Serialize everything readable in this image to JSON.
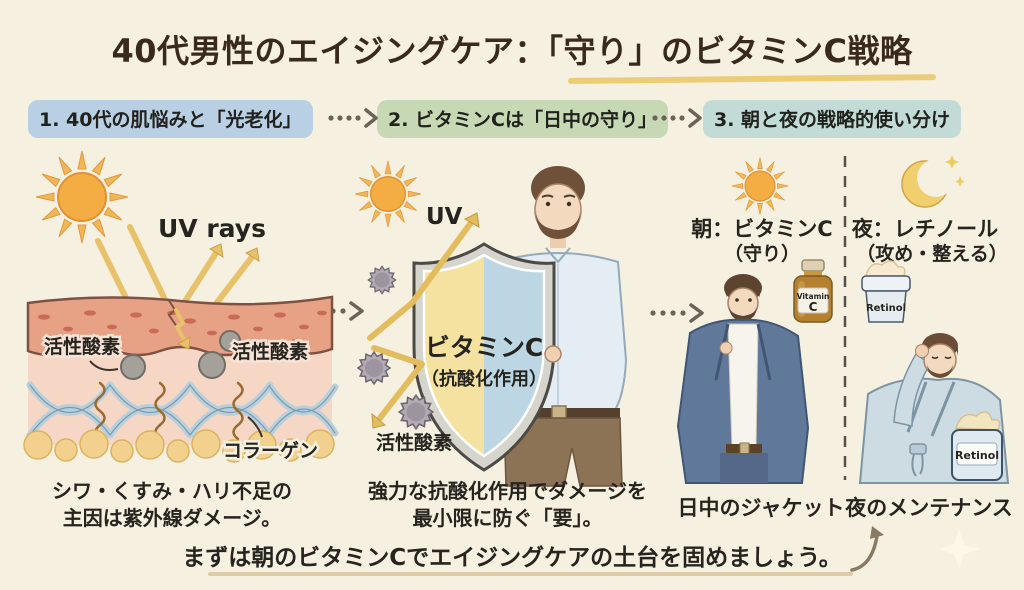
{
  "title": "40代男性のエイジングケア：「守り」のビタミンC戦略",
  "flow": {
    "step1": "1. 40代の肌悩みと「光老化」",
    "step2": "2. ビタミンCは「日中の守り」",
    "step3": "3. 朝と夜の戦略的使い分け"
  },
  "panel_photoaging": {
    "uv_rays_label": "UV rays",
    "reactive_oxygen_left": "活性酸素",
    "reactive_oxygen_right": "活性酸素",
    "collagen_label": "コラーゲン",
    "caption_line1": "シワ・くすみ・ハリ不足の",
    "caption_line2": "主因は紫外線ダメージ。"
  },
  "panel_vitaminc": {
    "uv_label": "UV",
    "shield_title": "ビタミンC",
    "shield_subtitle": "（抗酸化作用）",
    "reactive_oxygen": "活性酸素",
    "caption_line1": "強力な抗酸化作用でダメージを",
    "caption_line2": "最小限に防ぐ「要」。"
  },
  "panel_routine": {
    "morning_title": "朝：ビタミンC",
    "morning_subtitle": "（守り）",
    "vitamin_bottle_line1": "Vitamin",
    "vitamin_bottle_line2": "C",
    "morning_caption": "日中のジャケット",
    "night_title": "夜：レチノール",
    "night_subtitle": "（攻め・整える）",
    "retinol_jar_label": "Retinol",
    "retinol_jar_large_label": "Retinol",
    "night_caption": "夜のメンテナンス"
  },
  "footer": "まずは朝のビタミンCでエイジングケアの土台を固めましょう。",
  "icons": {
    "sun": "sun-drawing",
    "moon": "crescent-moon-with-stars",
    "shield": "half-yellow-half-blue-shield",
    "dotted_arrow": "····>",
    "sparkle": "four-point-star"
  },
  "colors": {
    "background": "#f6f0e0",
    "title_text": "#3a2a1d",
    "body_text": "#26241f",
    "step1_highlight": "#b9cfe3",
    "step2_highlight": "#c6d9b4",
    "step3_highlight": "#c2dbd6",
    "sun": "#f4ad43",
    "arrow_yellow": "#e7c26a",
    "shield_left": "#f6e2a0",
    "shield_right": "#bcd7e3",
    "skin_epidermis": "#e7a285",
    "skin_dermis": "#f6d6c5",
    "fat_layer": "#f2d18e",
    "collagen_fiber": "#b7d0de",
    "title_underline": "#e9c765",
    "footer_underline": "#d9c69b"
  }
}
